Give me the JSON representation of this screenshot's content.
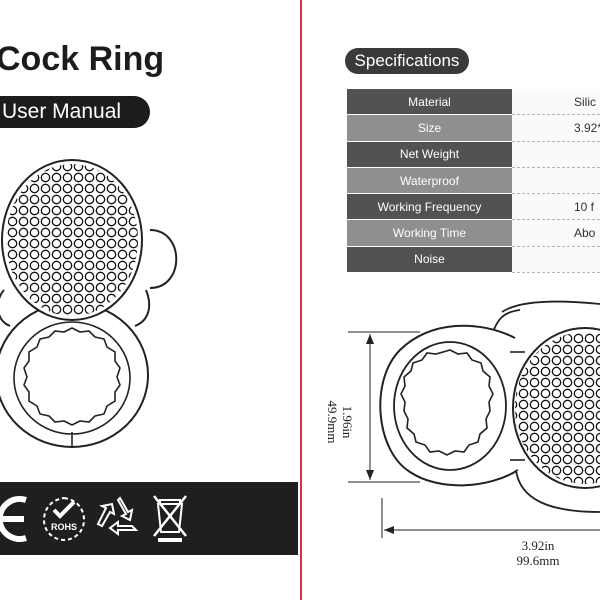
{
  "left": {
    "title": "Cock Ring",
    "subtitle": "User Manual",
    "certifications": [
      {
        "name": "ce-mark",
        "label": "CE"
      },
      {
        "name": "rohs-mark",
        "label": "ROHS"
      },
      {
        "name": "recycle-mark",
        "label": ""
      },
      {
        "name": "weee-mark",
        "label": ""
      }
    ]
  },
  "right": {
    "specs_title": "Specifications",
    "specs": [
      {
        "key": "Material",
        "value": "Silic"
      },
      {
        "key": "Size",
        "value": "3.92*"
      },
      {
        "key": "Net Weight",
        "value": ""
      },
      {
        "key": "Waterproof",
        "value": ""
      },
      {
        "key": "Working Frequency",
        "value": "10 f"
      },
      {
        "key": "Working Time",
        "value": "Abo"
      },
      {
        "key": "Noise",
        "value": ""
      }
    ],
    "dimensions": {
      "width_in": "3.92in",
      "width_mm": "99.6mm",
      "height_in": "1.96in",
      "height_mm": "49.9mm"
    }
  },
  "colors": {
    "fold_line": "#d8343c",
    "dark_band": "#1f1f1f",
    "table_dark": "#525252",
    "table_light": "#8f8f8f"
  }
}
